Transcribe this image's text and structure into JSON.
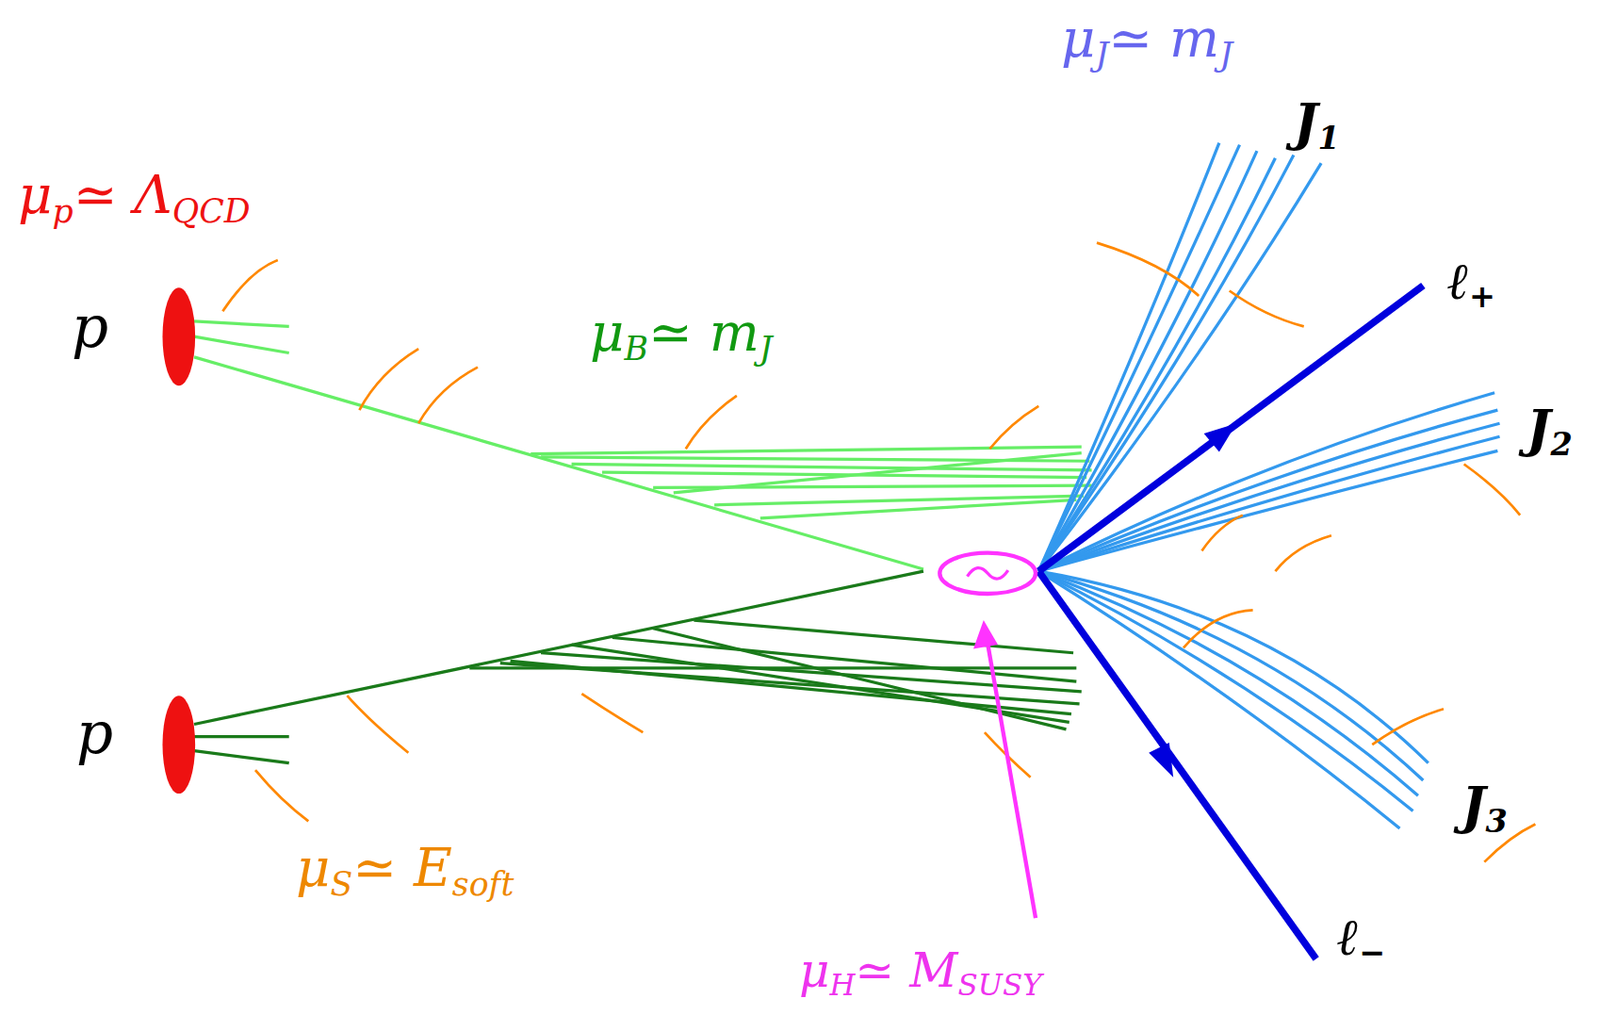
{
  "diagram": {
    "labels": [
      "μ",
      "J",
      "≃ m",
      "J",
      "J",
      "1",
      "μ",
      "p",
      "≃ Λ",
      "QCD",
      "p",
      "μ",
      "B",
      "≃ m",
      "J",
      "ℓ",
      "+",
      "J",
      "2",
      "p",
      "J",
      "3",
      "μ",
      "S",
      "≃ E",
      "soft",
      "ℓ",
      "−",
      "μ",
      "H",
      "≃ M",
      "SUSY"
    ]
  }
}
